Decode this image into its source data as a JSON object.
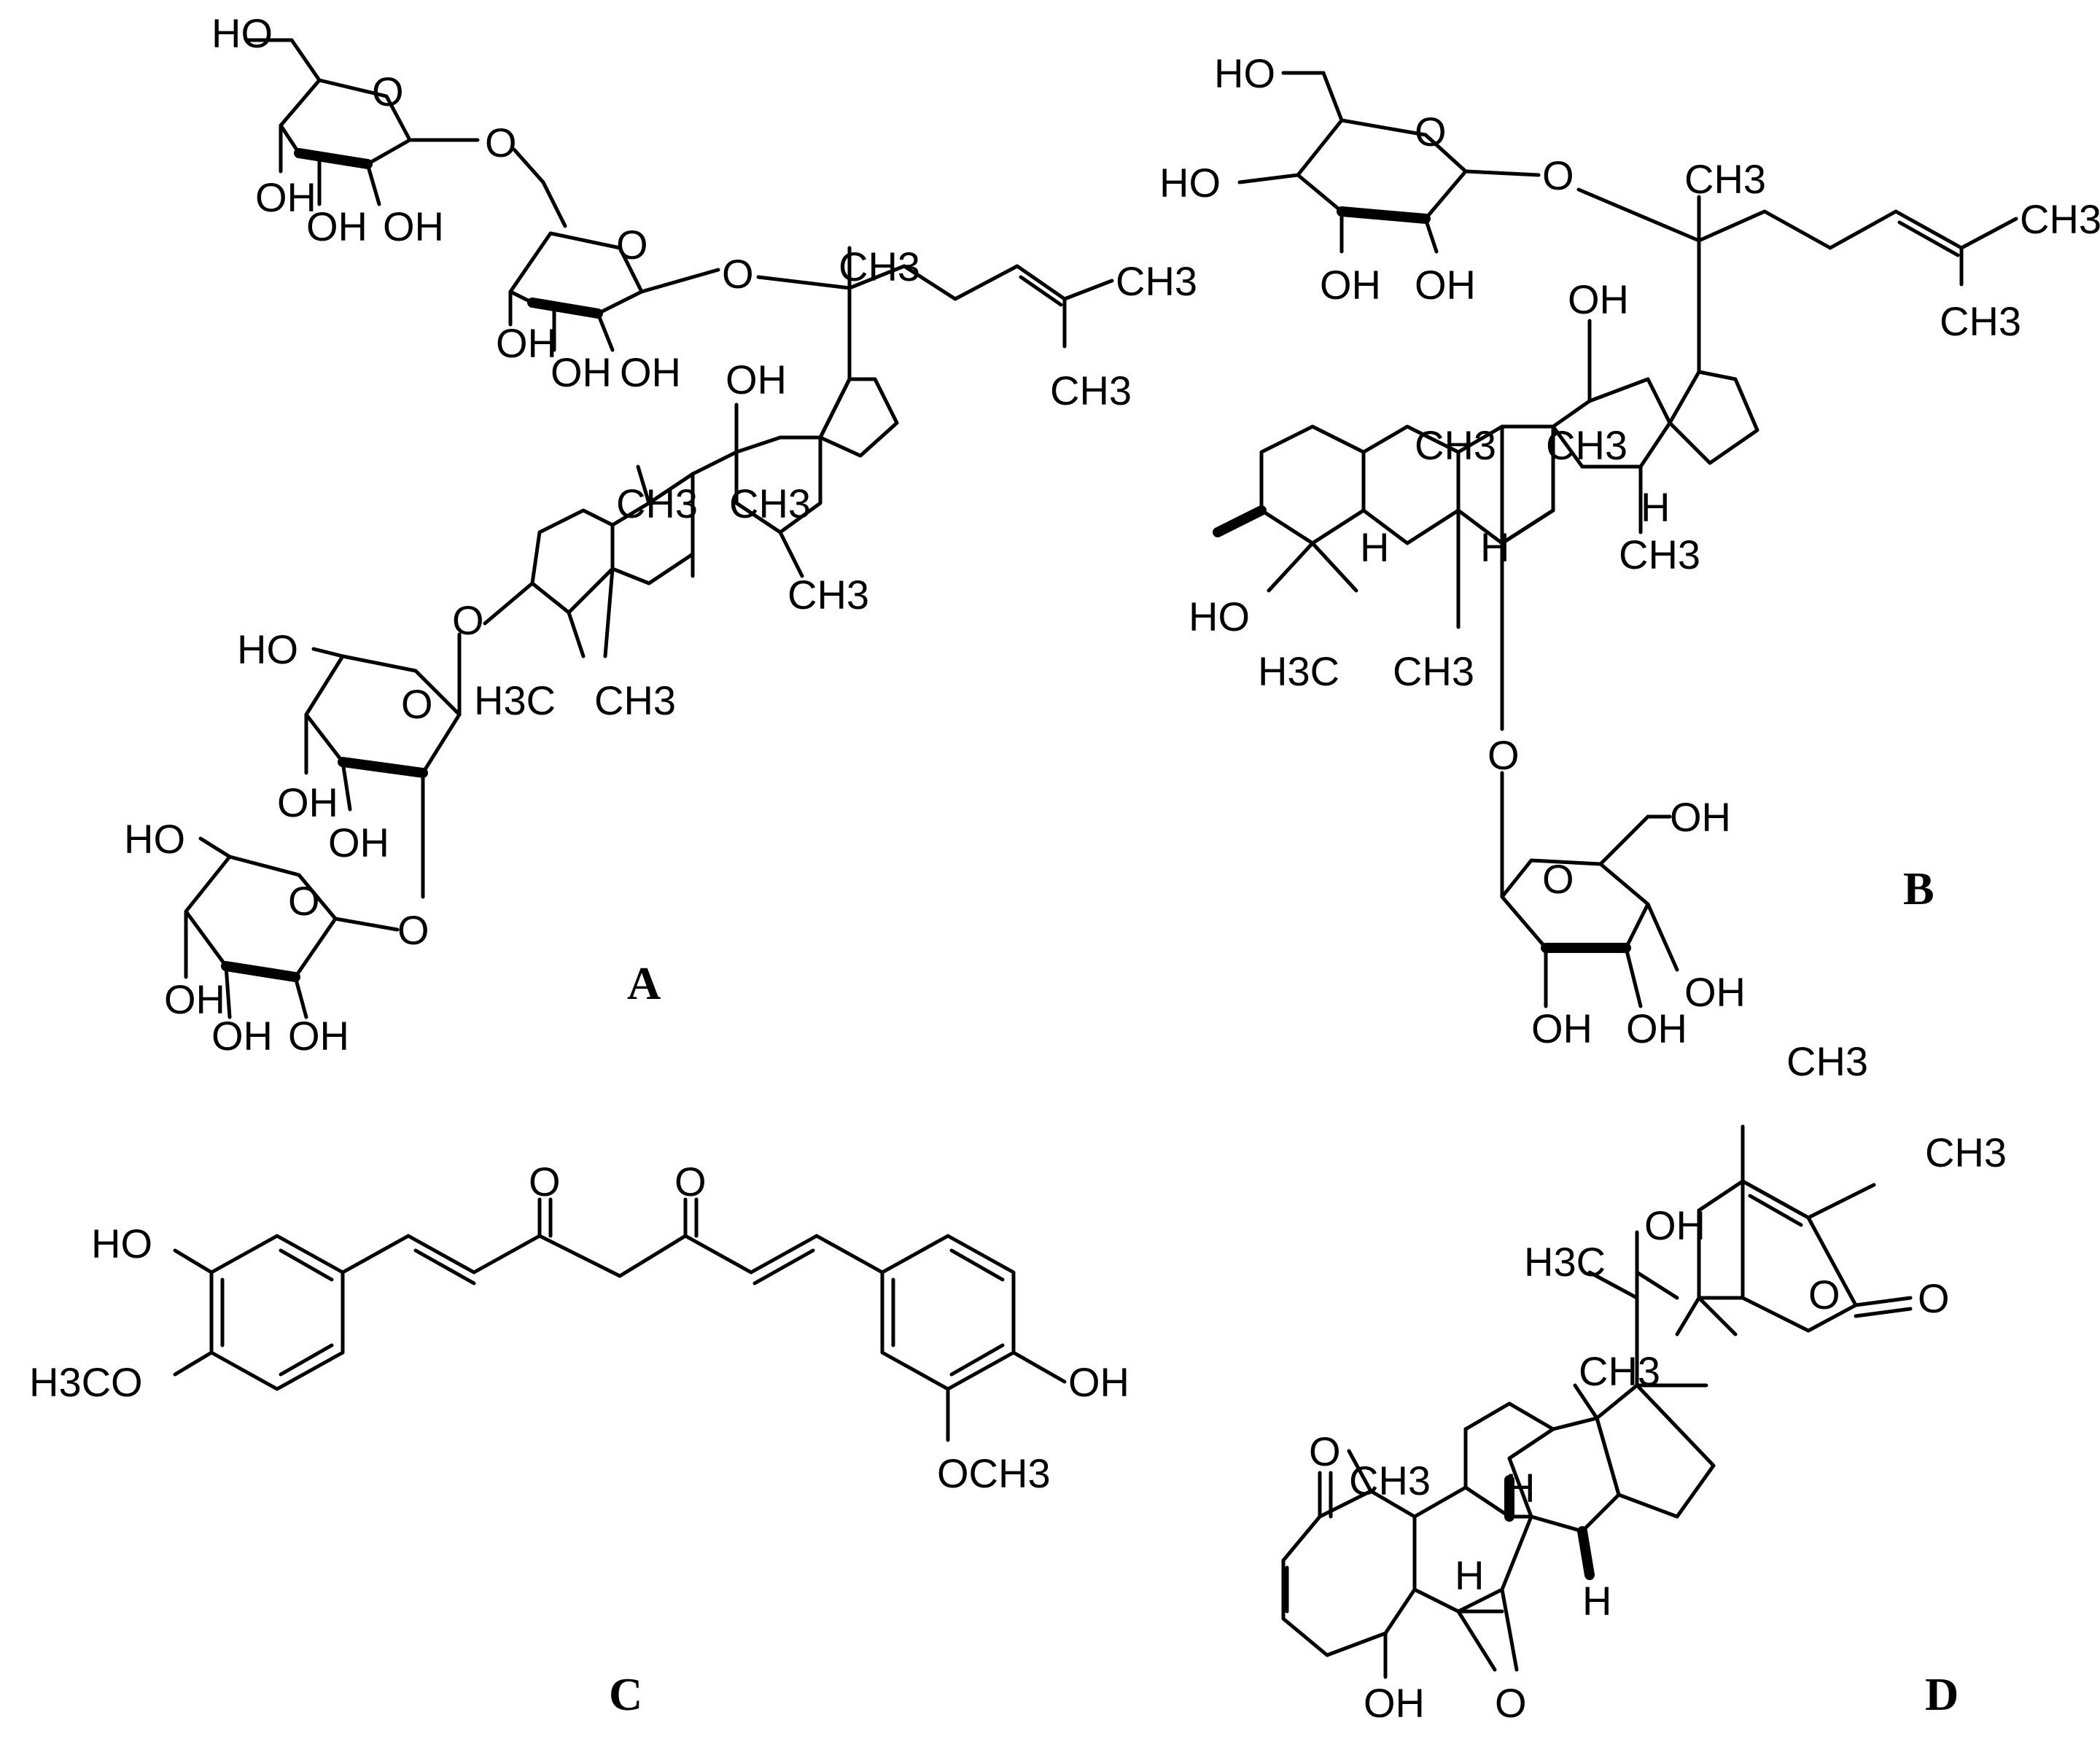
{
  "figure": {
    "panels": [
      {
        "id": "A",
        "label": "A"
      },
      {
        "id": "B",
        "label": "B"
      },
      {
        "id": "C",
        "label": "C"
      },
      {
        "id": "D",
        "label": "D"
      }
    ]
  },
  "panelA": {
    "label": "A",
    "atoms": [
      "HO",
      "O",
      "O",
      "OH",
      "OH",
      "OH",
      "O",
      "O",
      "OH",
      "OH",
      "OH",
      "CH3",
      "CH3",
      "CH3",
      "OH",
      "CH3",
      "CH3",
      "CH3",
      "O",
      "H3C",
      "CH3",
      "HO",
      "O",
      "OH",
      "OH",
      "HO",
      "O",
      "O",
      "OH",
      "OH",
      "OH"
    ]
  },
  "panelB": {
    "label": "B",
    "atoms": [
      "HO",
      "O",
      "O",
      "HO",
      "OH",
      "OH",
      "CH3",
      "CH3",
      "CH3",
      "OH",
      "CH3",
      "CH3",
      "H",
      "H",
      "H",
      "CH3",
      "HO",
      "H3C",
      "CH3",
      "O",
      "O",
      "OH",
      "OH",
      "OH",
      "OH"
    ]
  },
  "panelC": {
    "label": "C",
    "atoms": [
      "O",
      "O",
      "HO",
      "H3CO",
      "OH",
      "OCH3"
    ]
  },
  "panelD": {
    "label": "D",
    "atoms": [
      "CH3",
      "CH3",
      "OH",
      "H3C",
      "O",
      "O",
      "CH3",
      "O",
      "CH3",
      "H",
      "H",
      "H",
      "OH",
      "O"
    ]
  }
}
